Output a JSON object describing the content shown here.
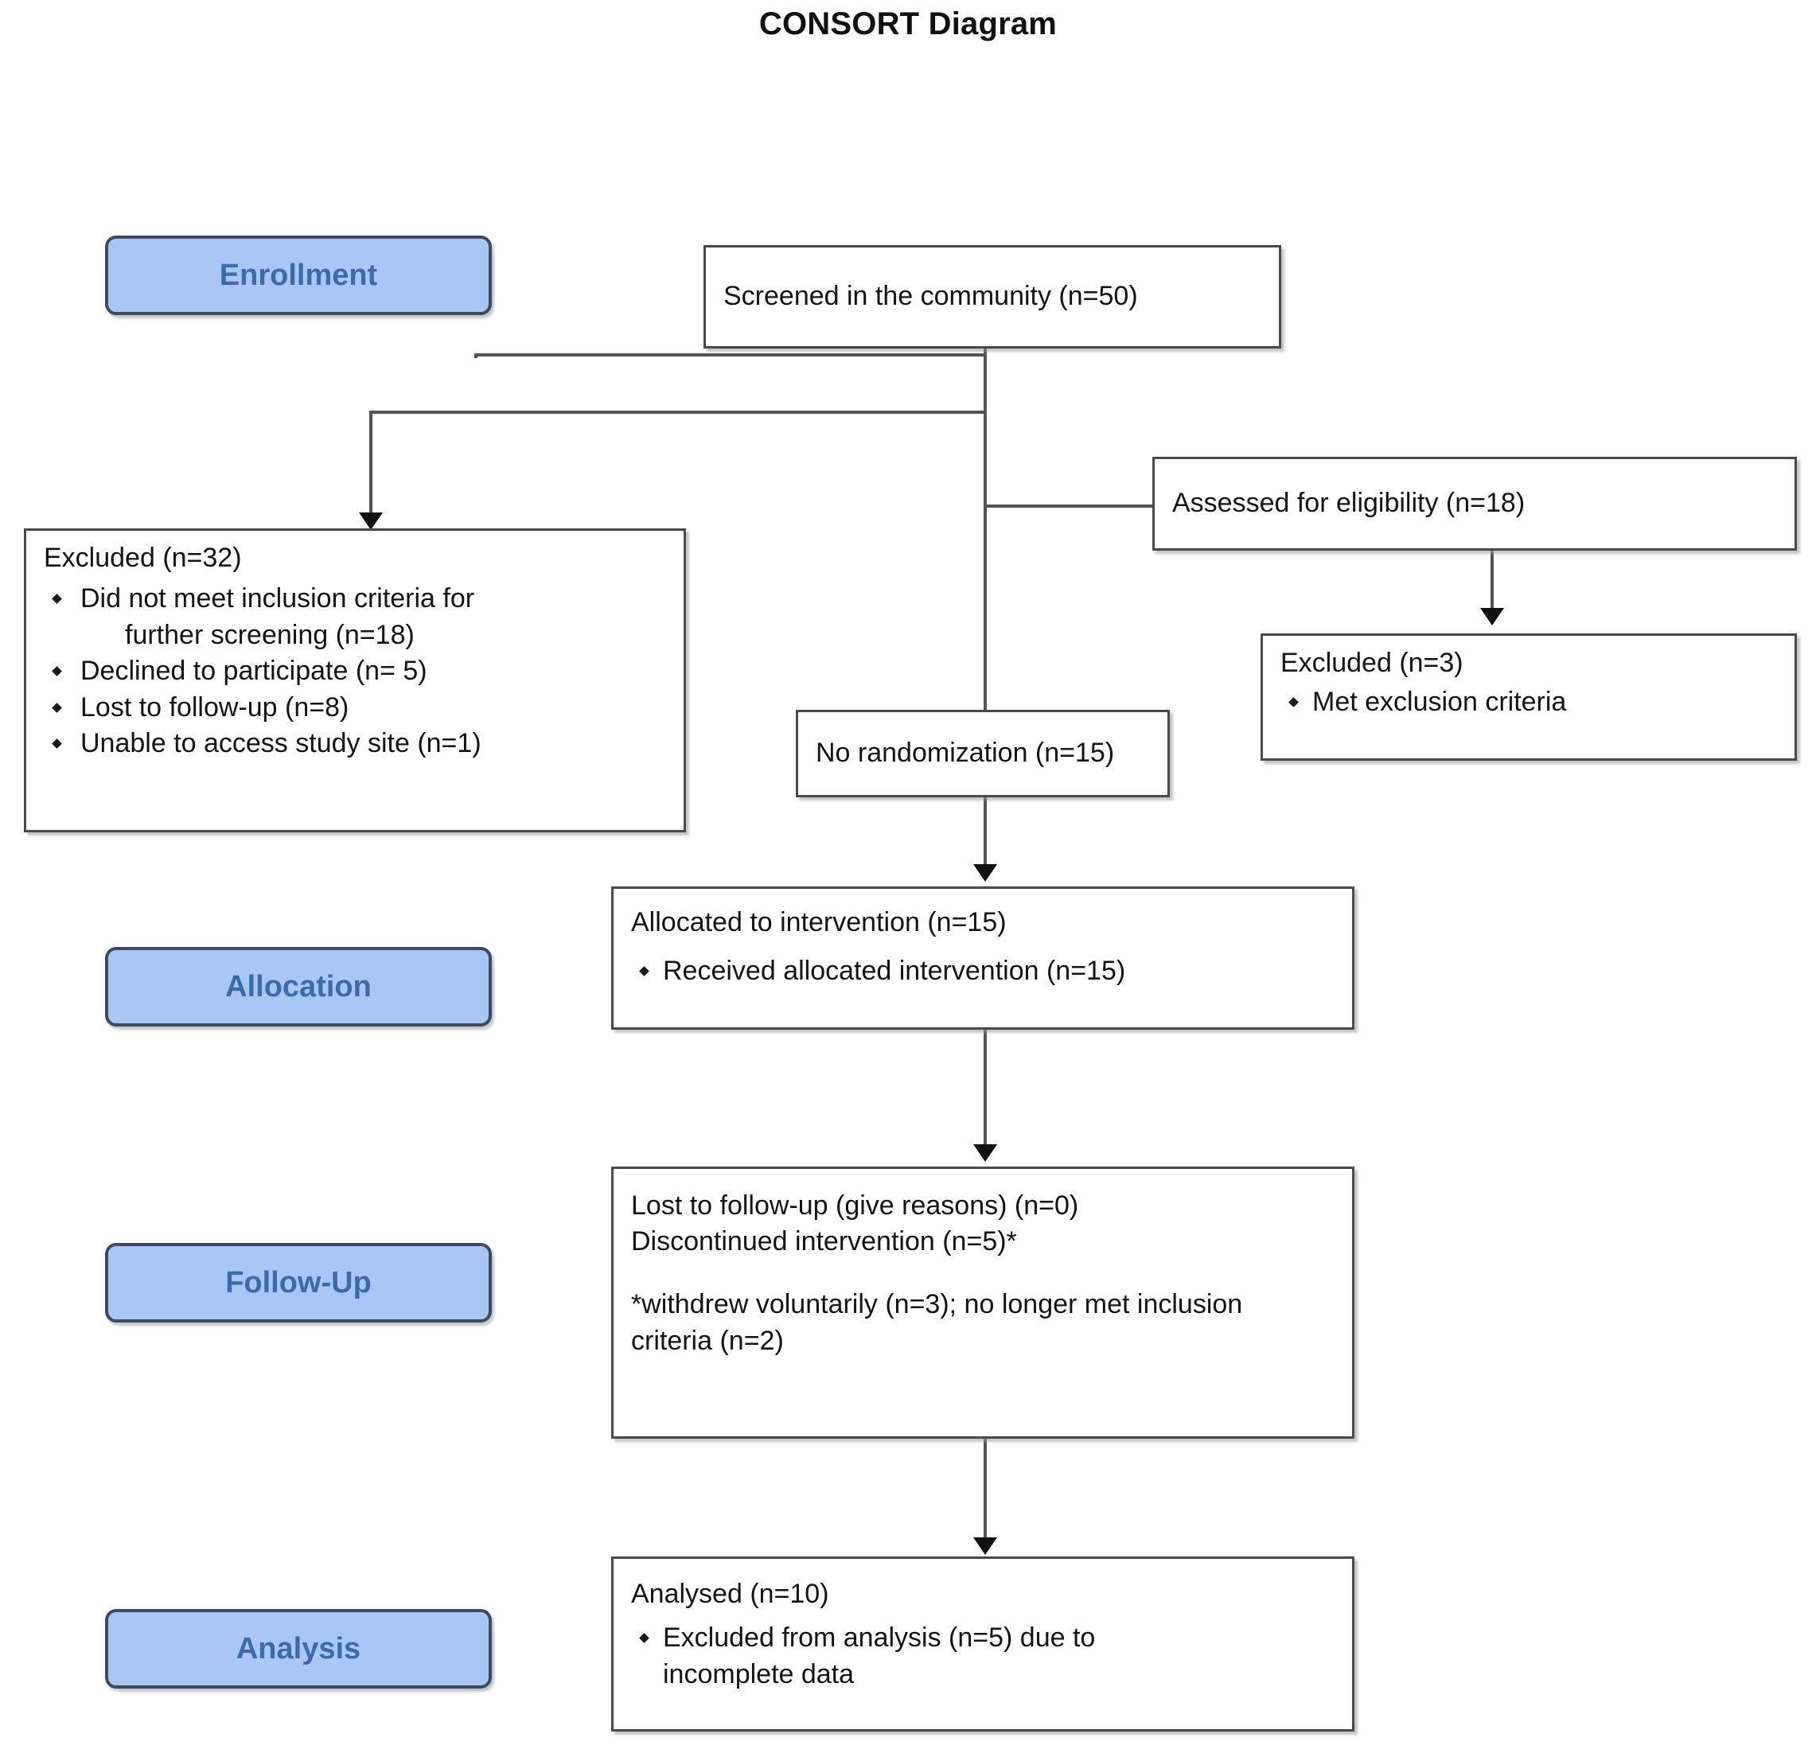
{
  "title": "CONSORT Diagram",
  "colors": {
    "stage_fill": "#a9c7f5",
    "stage_border": "#3f4a5e",
    "stage_text": "#3e6aa8",
    "box_border": "#4a4a4a",
    "connector": "#545454",
    "text": "#141414",
    "background": "#ffffff"
  },
  "stages": [
    {
      "id": "enrollment",
      "label": "Enrollment"
    },
    {
      "id": "allocation",
      "label": "Allocation"
    },
    {
      "id": "followup",
      "label": "Follow-Up"
    },
    {
      "id": "analysis",
      "label": "Analysis"
    }
  ],
  "boxes": {
    "screened": {
      "text": "Screened in the community (n=50)"
    },
    "assessed": {
      "text": "Assessed for eligibility (n=18)"
    },
    "excluded_left": {
      "heading": "Excluded (n=32)",
      "bullets": [
        {
          "text": "Did not meet inclusion criteria for",
          "continuation": "further screening (n=18)"
        },
        {
          "text": "Declined to participate (n= 5)"
        },
        {
          "text": "Lost to follow-up (n=8)"
        },
        {
          "text": "Unable to access study site (n=1)"
        }
      ]
    },
    "excluded_right": {
      "heading": "Excluded (n=3)",
      "bullets": [
        {
          "text": "Met exclusion criteria"
        }
      ]
    },
    "no_randomization": {
      "text": "No randomization (n=15)"
    },
    "allocated": {
      "heading": "Allocated to intervention (n=15)",
      "bullets": [
        {
          "text": "Received allocated intervention (n=15)"
        }
      ]
    },
    "followup": {
      "line1": "Lost to follow-up (give reasons) (n=0)",
      "line2": "Discontinued intervention (n=5)*",
      "footnote": "*withdrew voluntarily (n=3); no longer met inclusion criteria (n=2)"
    },
    "analysed": {
      "heading": "Analysed (n=10)",
      "bullets": [
        {
          "text": "Excluded from analysis (n=5) due to",
          "continuation": "incomplete data"
        }
      ]
    }
  },
  "chart_data": {
    "type": "diagram",
    "diagram_kind": "CONSORT flow diagram",
    "title": "CONSORT Diagram",
    "nodes": [
      {
        "id": "screened",
        "label": "Screened in the community (n=50)",
        "n": 50,
        "stage": "Enrollment"
      },
      {
        "id": "excluded_left",
        "label": "Excluded (n=32)",
        "n": 32,
        "stage": "Enrollment"
      },
      {
        "id": "assessed",
        "label": "Assessed for eligibility (n=18)",
        "n": 18,
        "stage": "Enrollment"
      },
      {
        "id": "excluded_right",
        "label": "Excluded (n=3)",
        "n": 3,
        "stage": "Enrollment"
      },
      {
        "id": "no_randomization",
        "label": "No randomization (n=15)",
        "n": 15,
        "stage": "Enrollment"
      },
      {
        "id": "allocated",
        "label": "Allocated to intervention (n=15)",
        "n": 15,
        "stage": "Allocation"
      },
      {
        "id": "followup",
        "label": "Lost to follow-up (give reasons) (n=0); Discontinued intervention (n=5)*",
        "n": 5,
        "stage": "Follow-Up"
      },
      {
        "id": "analysed",
        "label": "Analysed (n=10)",
        "n": 10,
        "stage": "Analysis"
      }
    ],
    "edges": [
      {
        "from": "screened",
        "to": "excluded_left"
      },
      {
        "from": "screened",
        "to": "assessed"
      },
      {
        "from": "assessed",
        "to": "excluded_right"
      },
      {
        "from": "screened",
        "to": "no_randomization"
      },
      {
        "from": "no_randomization",
        "to": "allocated"
      },
      {
        "from": "allocated",
        "to": "followup"
      },
      {
        "from": "followup",
        "to": "analysed"
      }
    ]
  }
}
